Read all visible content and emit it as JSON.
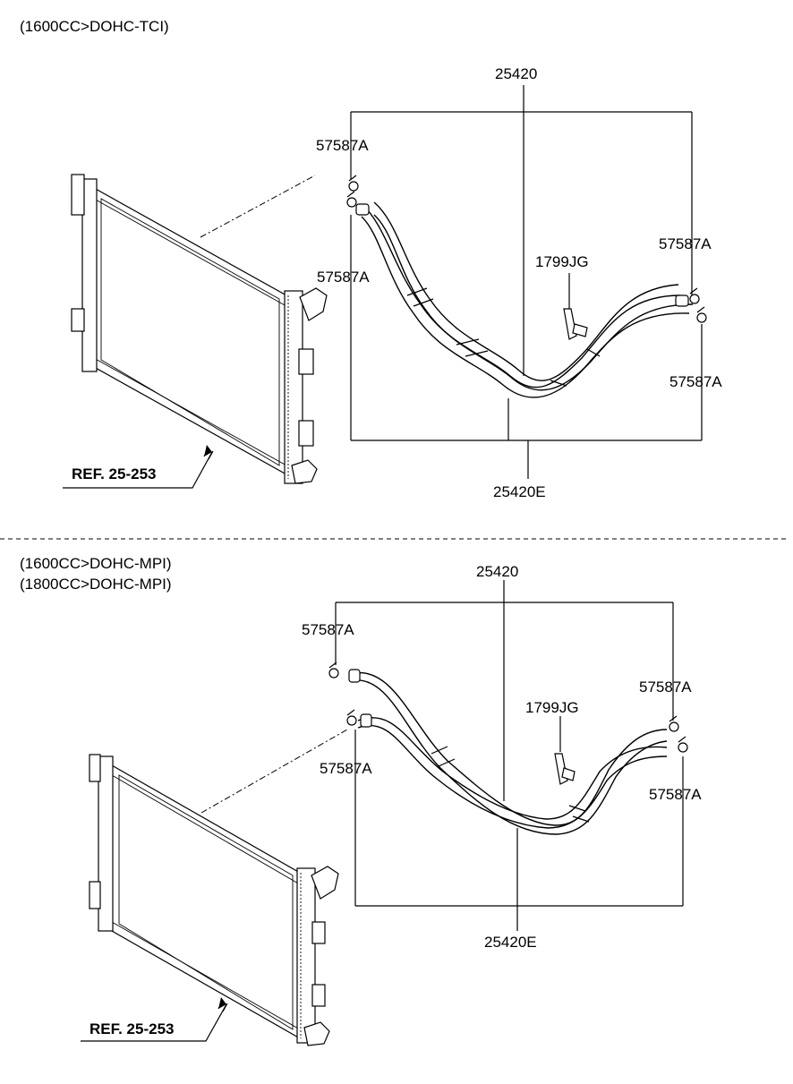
{
  "top": {
    "variant_lines": [
      "(1600CC>DOHC-TCI)"
    ],
    "labels": {
      "assembly": "25420",
      "clamp_a": "57587A",
      "clamp_b": "57587A",
      "clamp_c": "57587A",
      "clamp_d": "57587A",
      "bracket": "1799JG",
      "hose_set": "25420E",
      "ref": "REF. 25-253"
    }
  },
  "bottom": {
    "variant_lines": [
      "(1600CC>DOHC-MPI)",
      "(1800CC>DOHC-MPI)"
    ],
    "labels": {
      "assembly": "25420",
      "clamp_a": "57587A",
      "clamp_b": "57587A",
      "clamp_c": "57587A",
      "clamp_d": "57587A",
      "bracket": "1799JG",
      "hose_set": "25420E",
      "ref": "REF. 25-253"
    }
  }
}
